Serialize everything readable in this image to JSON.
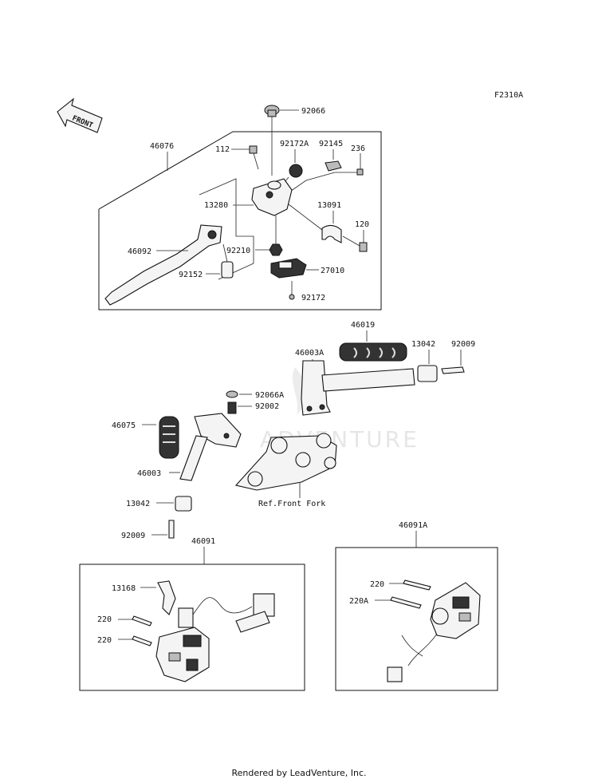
{
  "figure_code": "F2310A",
  "front_label": "FRONT",
  "watermark": "ADVENTURE",
  "footer": "Rendered by LeadVenture, Inc.",
  "labels": {
    "p92066": "92066",
    "p46076": "46076",
    "p112": "112",
    "p92172A": "92172A",
    "p92145": "92145",
    "p236": "236",
    "p13280": "13280",
    "p13091": "13091",
    "p120": "120",
    "p46092": "46092",
    "p92210": "92210",
    "p27010": "27010",
    "p92152": "92152",
    "p92172": "92172",
    "p46019": "46019",
    "p13042a": "13042",
    "p92009a": "92009",
    "p46003A": "46003A",
    "p92066A": "92066A",
    "p92002": "92002",
    "p46075": "46075",
    "p46003": "46003",
    "p13042b": "13042",
    "p92009b": "92009",
    "ref_front_fork": "Ref.Front Fork",
    "p46091": "46091",
    "p46091A": "46091A",
    "p13168": "13168",
    "p220a": "220",
    "p220b": "220",
    "p220c": "220",
    "p220A": "220A"
  }
}
